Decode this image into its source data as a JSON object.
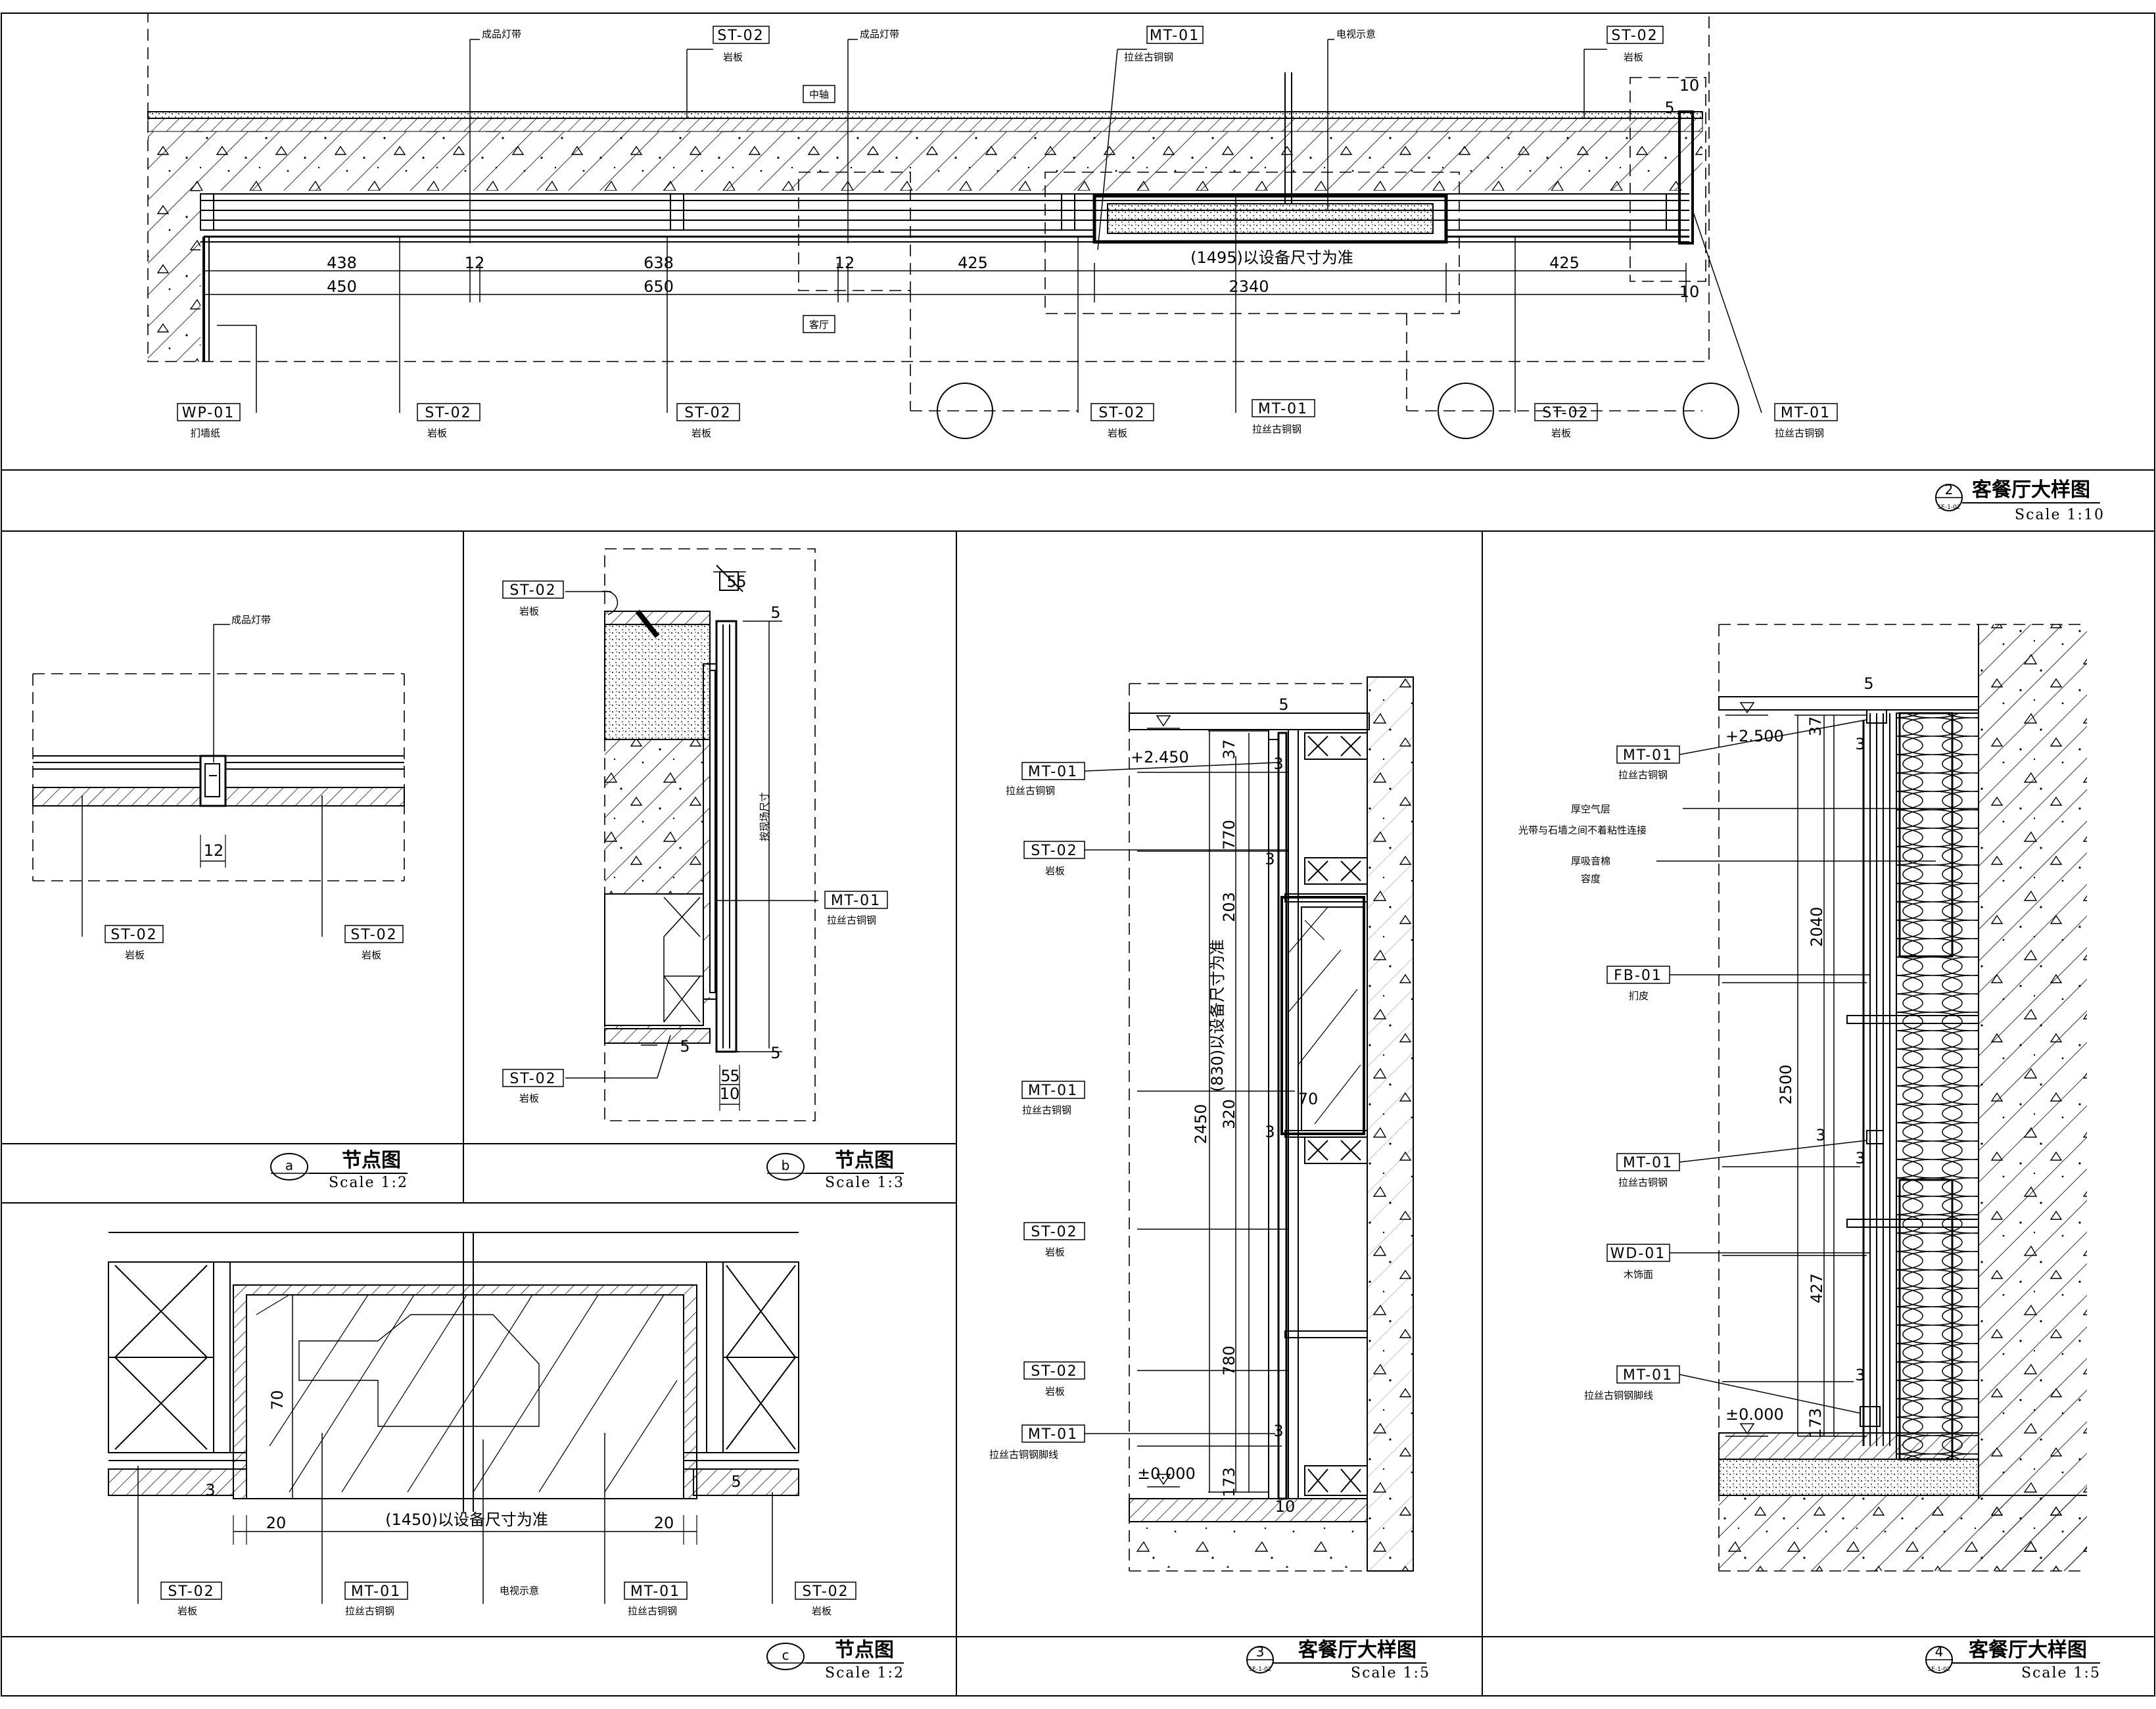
{
  "sections": [
    {
      "num": "2",
      "ref": "SE-1-02",
      "title": "客餐厅大样图",
      "scale": "Scale 1:10"
    },
    {
      "num": "a",
      "title": "节点图",
      "scale": "Scale 1:2"
    },
    {
      "num": "b",
      "title": "节点图",
      "scale": "Scale 1:3"
    },
    {
      "num": "c",
      "title": "节点图",
      "scale": "Scale 1:2"
    },
    {
      "num": "3",
      "ref": "SE-1-02",
      "title": "客餐厅大样图",
      "scale": "Scale 1:5"
    },
    {
      "num": "4",
      "ref": "SE-1-02",
      "title": "客餐厅大样图",
      "scale": "Scale 1:5"
    }
  ],
  "materials": {
    "ST02": {
      "code": "ST-02",
      "name": "岩板"
    },
    "MT01": {
      "code": "MT-01",
      "name": "拉丝古铜钢"
    },
    "MT01_skirting": {
      "code": "MT-01",
      "name": "拉丝古铜钢脚线"
    },
    "WP01": {
      "code": "WP-01",
      "name": "扪墙纸"
    },
    "FB01": {
      "code": "FB-01",
      "name": "扪皮"
    },
    "WD01": {
      "code": "WD-01",
      "name": "木饰面"
    }
  },
  "notes": {
    "led": "成品灯带",
    "tv_hidden": "电视示意",
    "center": "中轴",
    "living": "客厅",
    "by_site": "按现场尺寸",
    "device_1495": "(1495)以设备尺寸为准",
    "device_830": "(830)以设备尺寸为准",
    "device_1450": "(1450)以设备尺寸为准",
    "air_layer": "厚空气层",
    "air_layer_note": "光带与石墙之间不着粘性连接",
    "sound": "厚吸音棉",
    "density": "容度"
  },
  "dims_top": {
    "r1": [
      "438",
      "12",
      "638",
      "12",
      "425",
      "425"
    ],
    "r2": [
      "450",
      "650",
      "2340"
    ],
    "side": [
      "10",
      "5",
      "10"
    ]
  },
  "dims_a": {
    "gap": "12"
  },
  "dims_b": {
    "top": [
      "5",
      "5"
    ],
    "right_top": "5",
    "bottom": [
      "5",
      "5",
      "5",
      "5"
    ],
    "bottom_sum": "10"
  },
  "dims_3": {
    "top": "5",
    "levels": [
      "+2.450",
      "±0.000"
    ],
    "small": [
      "37",
      "3",
      "3",
      "3",
      "3",
      "10",
      "173"
    ],
    "verticals": [
      "770",
      "203",
      "320",
      "780",
      "2450"
    ],
    "depth": "70"
  },
  "dims_4": {
    "top": "5",
    "levels": [
      "+2.500",
      "±0.000"
    ],
    "small": [
      "37",
      "3",
      "3",
      "3",
      "3",
      "173"
    ],
    "verticals": [
      "2040",
      "2500",
      "427"
    ]
  },
  "dims_c": {
    "left": "20",
    "right": "20",
    "height": "70",
    "small": [
      "3",
      "5"
    ]
  }
}
